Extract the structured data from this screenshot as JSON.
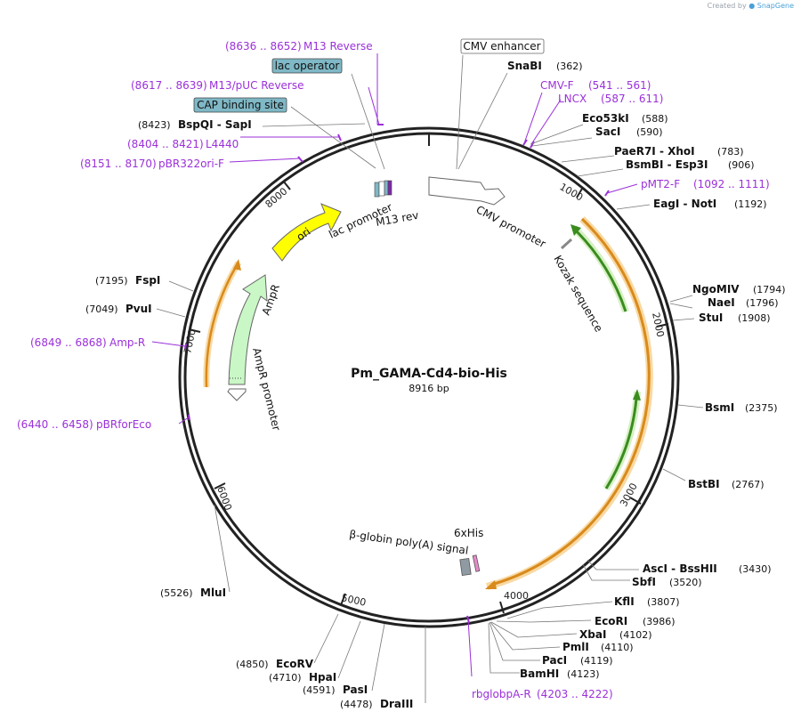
{
  "credit": {
    "prefix": "Created by",
    "brand": "SnapGene"
  },
  "plasmid": {
    "name": "Pm_GAMA-Cd4-bio-His",
    "size_label": "8916 bp",
    "length": 8916
  },
  "tick_labels": [
    "1000",
    "2000",
    "3000",
    "4000",
    "5000",
    "6000",
    "7000",
    "8000"
  ],
  "colors": {
    "primer": "#9b30d9",
    "enzyme": "#000000",
    "orf": "#e8a33b",
    "orf_halo": "#f8d9a3",
    "ori": "#ffff00",
    "ampr": "#c9f7c6",
    "green_arrow": "#3a8c1f",
    "green_halo": "#d5f0c2",
    "backbone": "#222222"
  },
  "features": [
    {
      "name": "CMV enhancer",
      "boxed": "white"
    },
    {
      "name": "CMV promoter"
    },
    {
      "name": "Kozak sequence"
    },
    {
      "name": "6xHis"
    },
    {
      "name": "β-globin poly(A) signal"
    },
    {
      "name": "ori"
    },
    {
      "name": "AmpR"
    },
    {
      "name": "AmpR promoter"
    },
    {
      "name": "lac promoter"
    },
    {
      "name": "M13 rev"
    },
    {
      "name": "lac operator",
      "boxed": "blue"
    },
    {
      "name": "CAP binding site",
      "boxed": "blue"
    }
  ],
  "primers": [
    {
      "name": "M13 Reverse",
      "range": "(8636 .. 8652)"
    },
    {
      "name": "M13/pUC Reverse",
      "range": "(8617 .. 8639)"
    },
    {
      "name": "L4440",
      "range": "(8404 .. 8421)"
    },
    {
      "name": "pBR322ori-F",
      "range": "(8151 .. 8170)"
    },
    {
      "name": "CMV-F",
      "range": "(541 .. 561)"
    },
    {
      "name": "LNCX",
      "range": "(587 .. 611)"
    },
    {
      "name": "pMT2-F",
      "range": "(1092 .. 1111)"
    },
    {
      "name": "Amp-R",
      "range": "(6849 .. 6868)"
    },
    {
      "name": "pBRforEco",
      "range": "(6440 .. 6458)"
    },
    {
      "name": "rbglobpA-R",
      "range": "(4203 .. 4222)"
    }
  ],
  "enzymes": [
    {
      "name": "SnaBI",
      "pos": "(362)"
    },
    {
      "name": "Eco53kI",
      "pos": "(588)"
    },
    {
      "name": "SacI",
      "pos": "(590)"
    },
    {
      "name": "PaeR7I - XhoI",
      "pos": "(783)"
    },
    {
      "name": "BsmBI - Esp3I",
      "pos": "(906)"
    },
    {
      "name": "EagI - NotI",
      "pos": "(1192)"
    },
    {
      "name": "NgoMIV",
      "pos": "(1794)"
    },
    {
      "name": "NaeI",
      "pos": "(1796)"
    },
    {
      "name": "StuI",
      "pos": "(1908)"
    },
    {
      "name": "BsmI",
      "pos": "(2375)"
    },
    {
      "name": "BstBI",
      "pos": "(2767)"
    },
    {
      "name": "AscI - BssHII",
      "pos": "(3430)"
    },
    {
      "name": "SbfI",
      "pos": "(3520)"
    },
    {
      "name": "KflI",
      "pos": "(3807)"
    },
    {
      "name": "EcoRI",
      "pos": "(3986)"
    },
    {
      "name": "XbaI",
      "pos": "(4102)"
    },
    {
      "name": "PmlI",
      "pos": "(4110)"
    },
    {
      "name": "PacI",
      "pos": "(4119)"
    },
    {
      "name": "BamHI",
      "pos": "(4123)"
    },
    {
      "name": "DraIII",
      "pos": "(4478)"
    },
    {
      "name": "PasI",
      "pos": "(4591)"
    },
    {
      "name": "HpaI",
      "pos": "(4710)"
    },
    {
      "name": "EcoRV",
      "pos": "(4850)"
    },
    {
      "name": "MluI",
      "pos": "(5526)"
    },
    {
      "name": "PvuI",
      "pos": "(7049)"
    },
    {
      "name": "FspI",
      "pos": "(7195)"
    },
    {
      "name": "BspQI - SapI",
      "pos": "(8423)"
    }
  ]
}
